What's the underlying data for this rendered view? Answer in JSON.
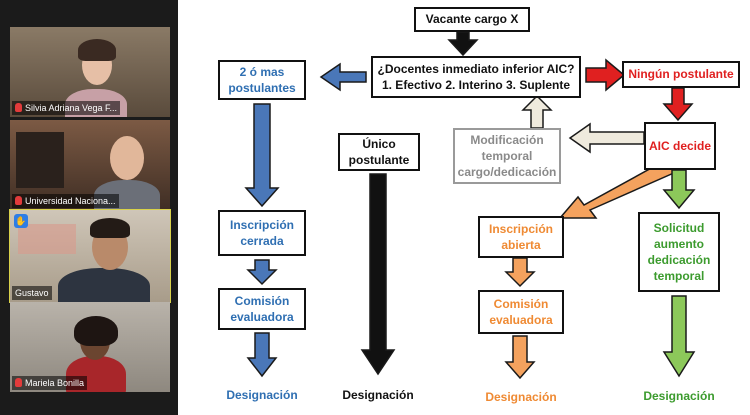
{
  "participants": [
    {
      "name": "Silvia Adriana Vega F...",
      "muted": true
    },
    {
      "name": "Universidad Naciona...",
      "muted": true
    },
    {
      "name": "Gustavo",
      "muted": false,
      "active_speaker": true
    },
    {
      "name": "Mariela Bonilla",
      "muted": true
    }
  ],
  "flowchart": {
    "top": "Vacante cargo X",
    "question_line1": "¿Docentes inmediato inferior AIC?",
    "question_line2": "1. Efectivo 2. Interino 3. Suplente",
    "left_branch": "2 ó mas postulantes",
    "middle_branch": "Único postulante",
    "right_branch": "Ningún postulante",
    "aic_decide": "AIC decide",
    "modificacion": "Modificación temporal cargo/dedicación",
    "blue_steps": [
      "Inscripción cerrada",
      "Comisión evaluadora",
      "Designación"
    ],
    "middle_result": "Designación",
    "orange_steps": [
      "Inscripción abierta",
      "Comisión evaluadora",
      "Designación"
    ],
    "green_steps": [
      "Solicitud aumento dedicación temporal",
      "Designación"
    ]
  },
  "colors": {
    "blue": "#2f6fb2",
    "red": "#e02020",
    "orange": "#ef8a33",
    "green": "#3c9b2e",
    "gray": "#8a8a8a",
    "active_speaker_border": "#d9d24a"
  }
}
